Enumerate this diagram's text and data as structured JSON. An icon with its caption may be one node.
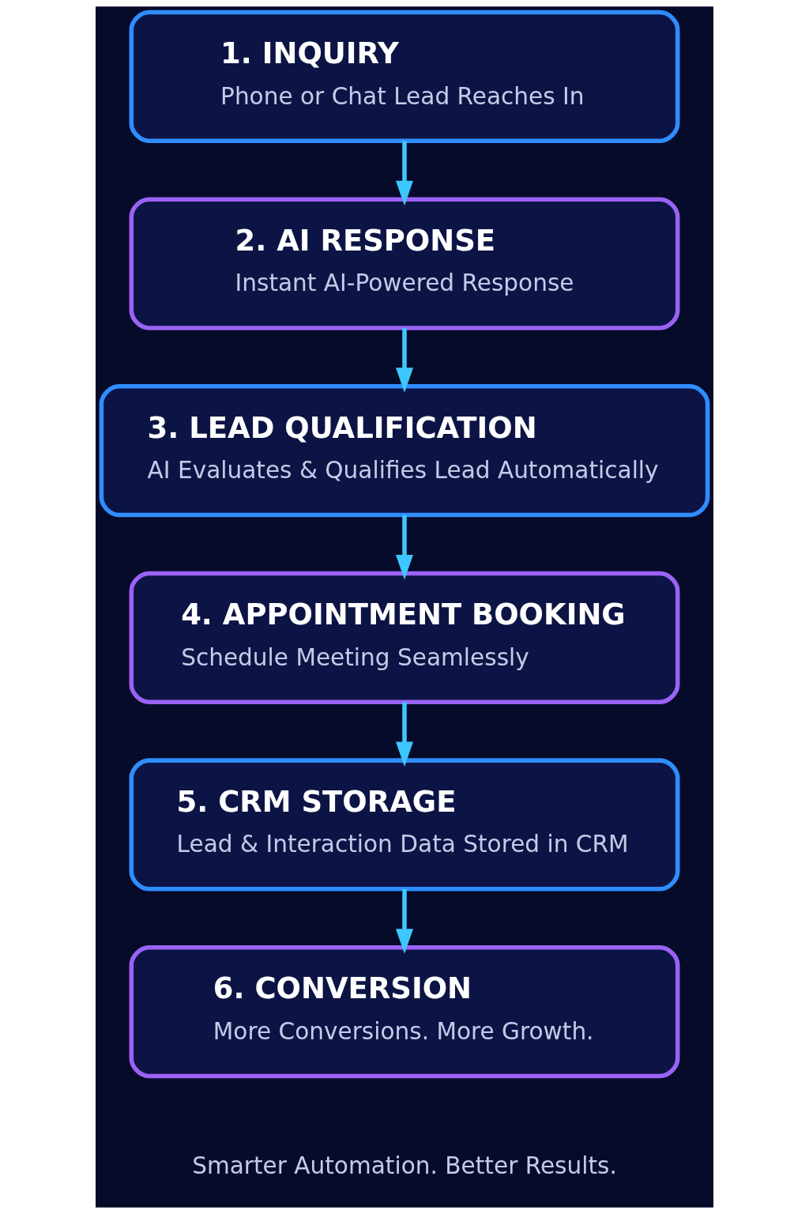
{
  "diagram": {
    "nodes": [
      {
        "text": [
          "1. INQUIRY",
          "Phone or Chat Lead Reaches In"
        ]
      },
      {
        "text": [
          "2. AI RESPONSE",
          "Instant AI-Powered Response"
        ]
      },
      {
        "text": [
          "3. LEAD QUALIFICATION",
          "AI Evaluates & Qualifies Lead Automatically"
        ]
      },
      {
        "text": [
          "4. APPOINTMENT BOOKING",
          "Schedule Meeting Seamlessly"
        ]
      },
      {
        "text": [
          "5. CRM STORAGE",
          "Lead & Interaction Data Stored in CRM"
        ]
      },
      {
        "text": [
          "6. CONVERSION",
          "More Conversions. More Growth."
        ]
      }
    ],
    "edges": [
      {
        "from": 0,
        "to": 1,
        "arrow": "to"
      },
      {
        "from": 1,
        "to": 2,
        "arrow": "to"
      },
      {
        "from": 2,
        "to": 3,
        "arrow": "to"
      },
      {
        "from": 3,
        "to": 4,
        "arrow": "to"
      },
      {
        "from": 4,
        "to": 5,
        "arrow": "to"
      }
    ],
    "labels": [
      "Smarter Automation. Better Results."
    ]
  }
}
